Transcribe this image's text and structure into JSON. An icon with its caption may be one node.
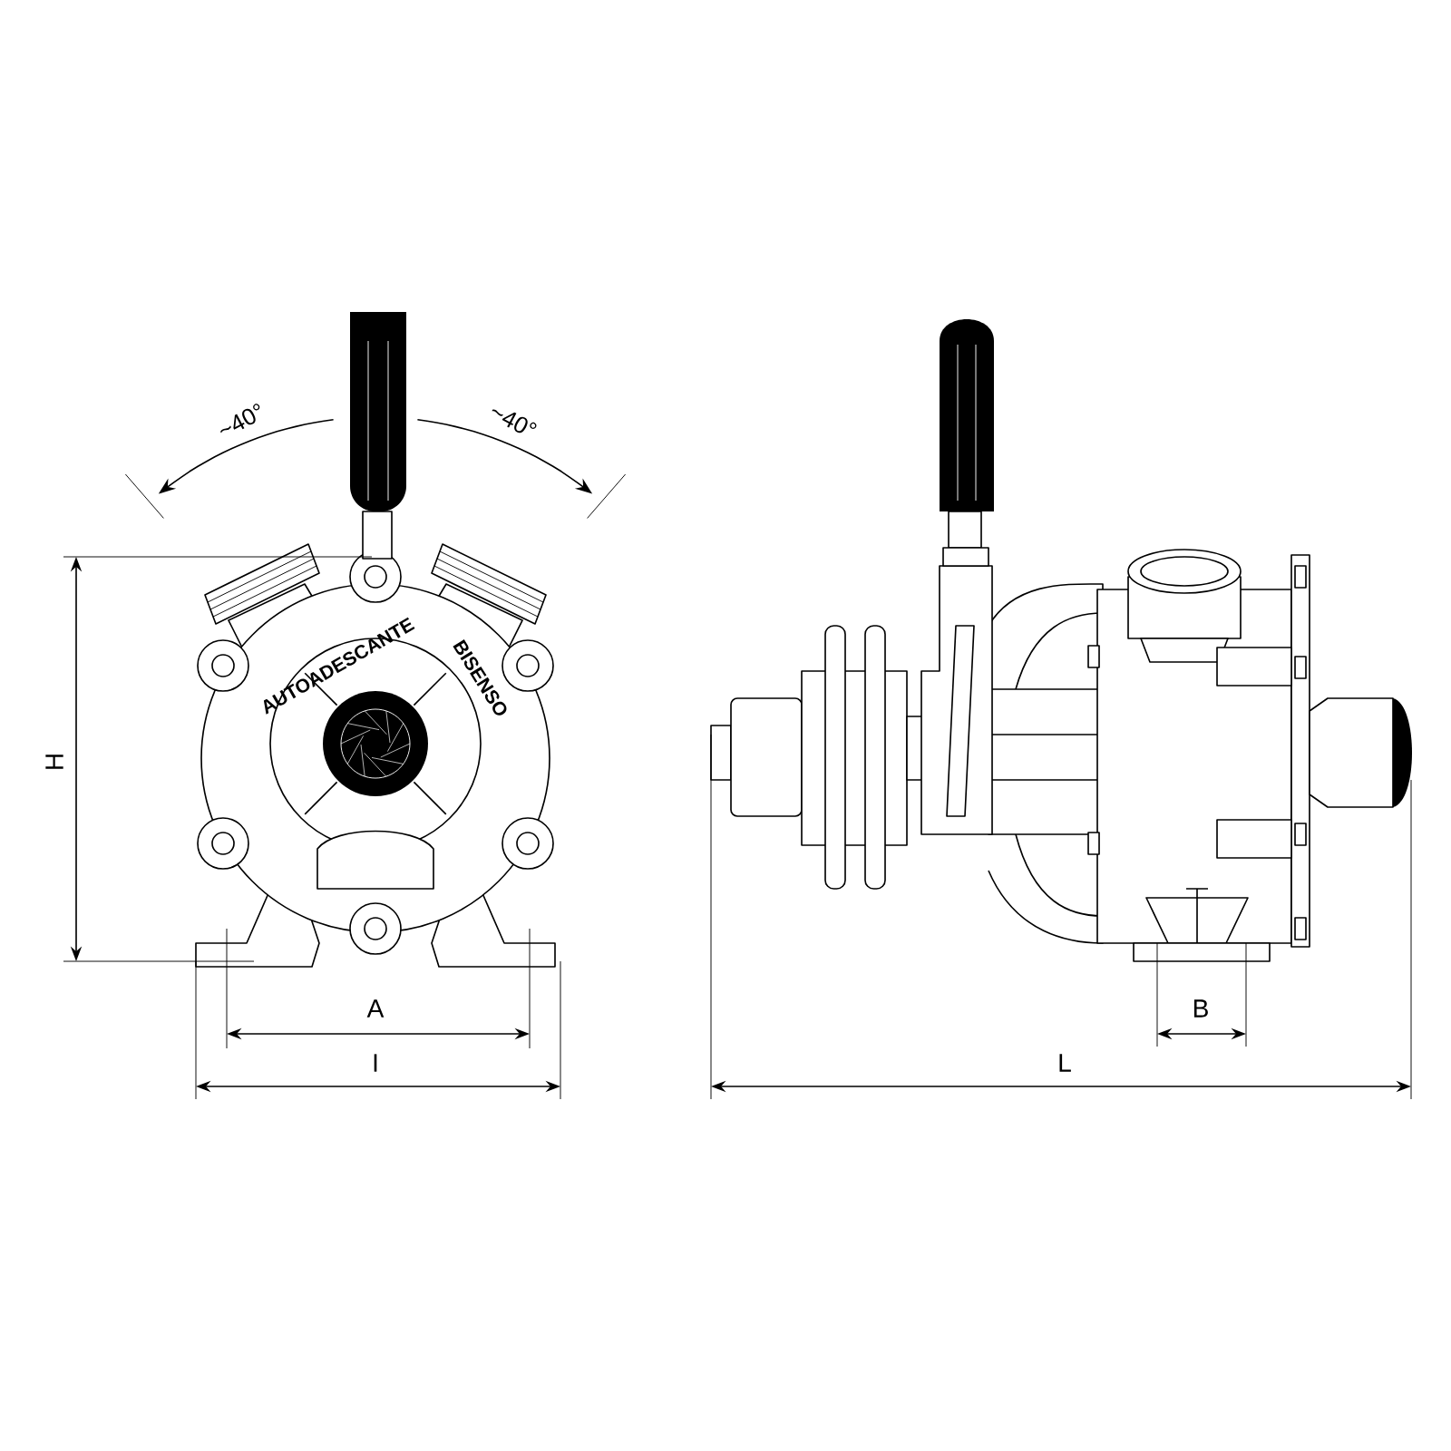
{
  "diagram": {
    "labels": [
      "~40°",
      "~40°",
      "AUTOADESCANTE",
      "BISENSO",
      "H",
      "A",
      "I",
      "B",
      "L"
    ]
  }
}
